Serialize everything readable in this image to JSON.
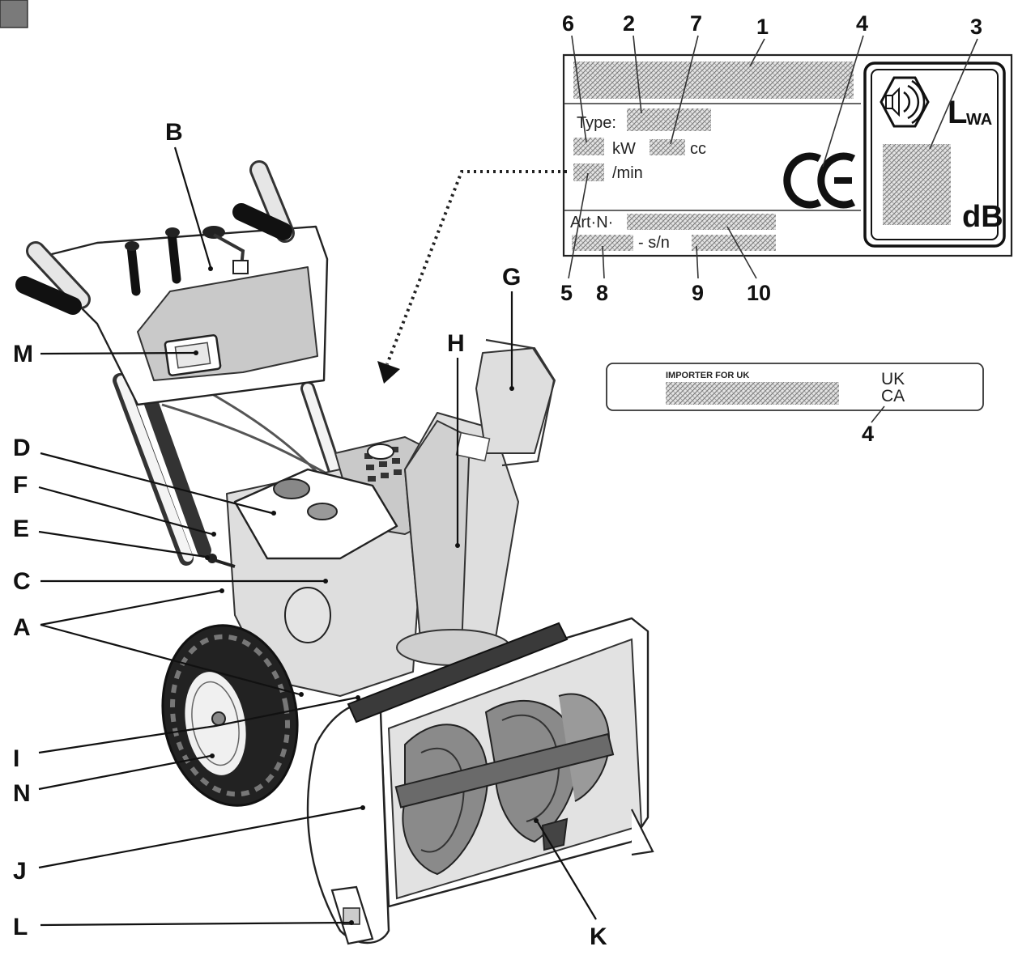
{
  "diagram": {
    "callouts": {
      "A": "A",
      "B": "B",
      "C": "C",
      "D": "D",
      "E": "E",
      "F": "F",
      "G": "G",
      "H": "H",
      "I": "I",
      "J": "J",
      "K": "K",
      "L": "L",
      "M": "M",
      "N": "N"
    },
    "rating_plate": {
      "field_numbers": [
        "1",
        "2",
        "3",
        "4",
        "5",
        "6",
        "7",
        "8",
        "9",
        "10"
      ],
      "type_label": "Type:",
      "power_unit": "kW",
      "displacement_unit": "cc",
      "speed_unit": "/min",
      "article_label": "Art·N·",
      "serial_label": "- s/n",
      "ce_mark": "CE",
      "sound_power_label": "L",
      "sound_power_sub": "WA",
      "sound_unit": "dB"
    },
    "uk_plate": {
      "importer_label": "IMPORTER FOR UK",
      "ukca_top": "UK",
      "ukca_bottom": "CA",
      "field_number": "4"
    }
  }
}
